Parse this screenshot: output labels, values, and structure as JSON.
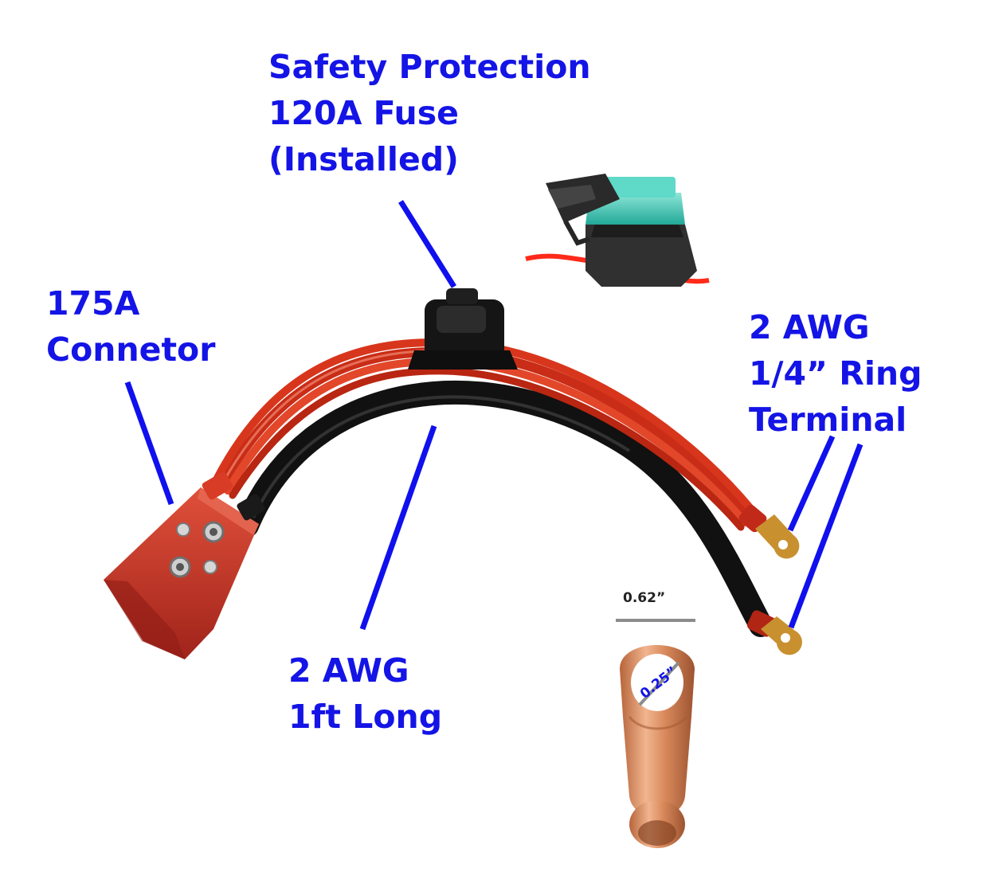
{
  "colors": {
    "label_text": "#1414e6",
    "pointer_line": "#1010ee",
    "red_wire": "#d8361c",
    "black_wire": "#1b1b1b",
    "connector_red": "#c22a23",
    "copper": "#d98a5c",
    "fuse_teal": "#39c9b6",
    "dimension_line": "#8c8c8c"
  },
  "labels": {
    "fuse": [
      "Safety Protection",
      "120A Fuse",
      "(Installed)"
    ],
    "connector": [
      "175A",
      "Connetor"
    ],
    "terminal": [
      "2 AWG",
      "1/4” Ring",
      "Terminal"
    ],
    "cable": [
      "2 AWG",
      "1ft Long"
    ]
  },
  "dimensions": {
    "outer": "0.62”",
    "inner": "0.25”"
  }
}
